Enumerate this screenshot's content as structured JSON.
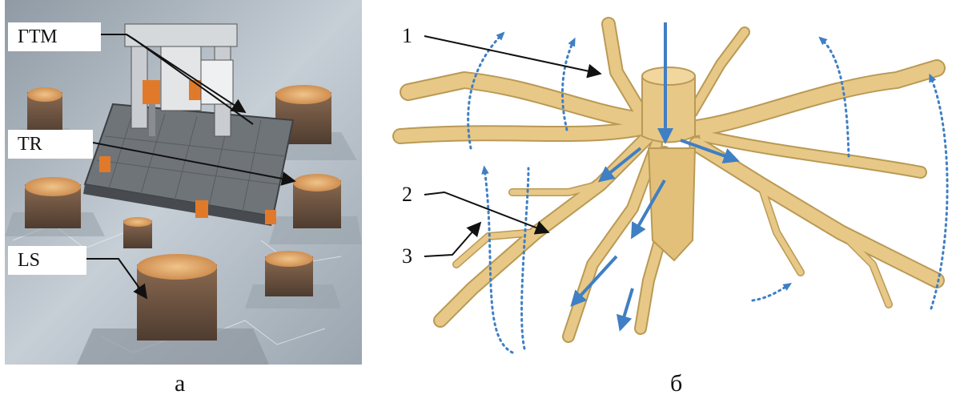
{
  "panel_a": {
    "labels": {
      "gtm": "ГТМ",
      "tr": "TR",
      "ls": "LS"
    },
    "caption": "а"
  },
  "panel_b": {
    "numbers": {
      "n1": "1",
      "n2": "2",
      "n3": "3"
    },
    "caption": "б"
  },
  "colors": {
    "ice": "#b9c3cc",
    "stump_bark": "#6f5a4a",
    "stump_top": "#d89a5c",
    "root": "#e8c886",
    "root_edge": "#b99a55",
    "flow_arrow": "#3f7fc4",
    "platform": "#6f7479"
  }
}
